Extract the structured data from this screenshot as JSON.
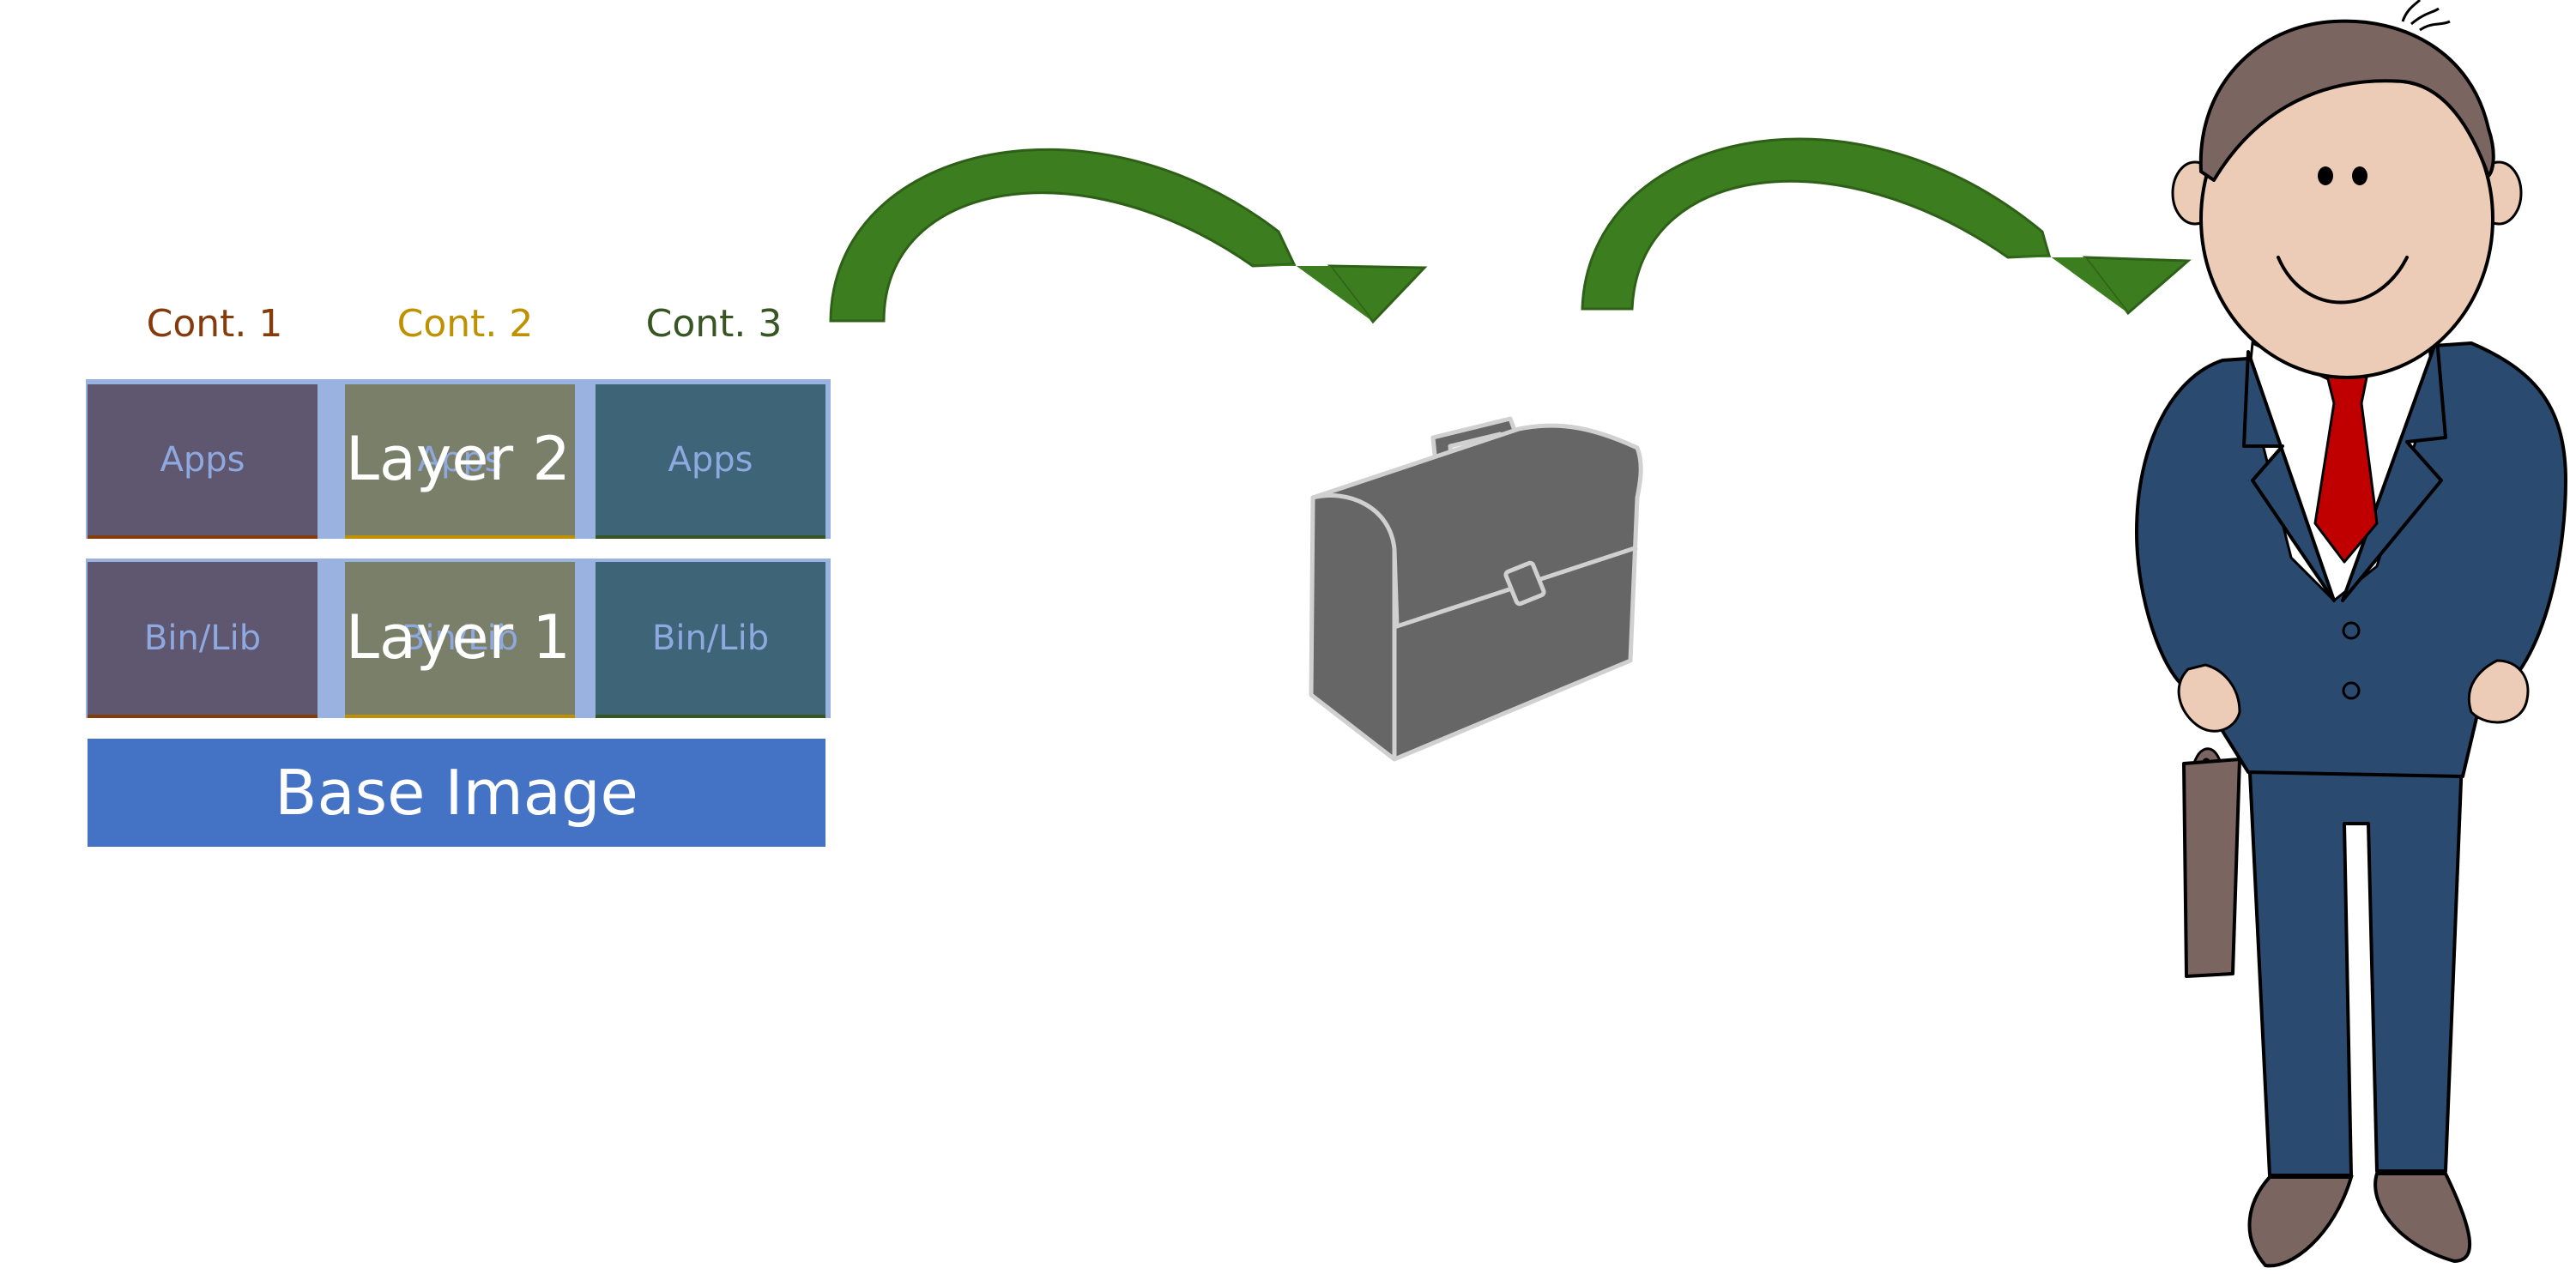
{
  "diagram": {
    "containers": [
      {
        "label": "Cont. 1",
        "color": "#843c0c",
        "cell_color": "#5f566f",
        "top_cell": "Apps",
        "bottom_cell": "Bin/Lib"
      },
      {
        "label": "Cont. 2",
        "color": "#bf9000",
        "cell_color": "#7a7f69",
        "top_cell": "Apps",
        "bottom_cell": "Bin/Lib"
      },
      {
        "label": "Cont. 3",
        "color": "#375623",
        "cell_color": "#3e6478",
        "top_cell": "Apps",
        "bottom_cell": "Bin/Lib"
      }
    ],
    "layers": {
      "upper": "Layer 2",
      "lower": "Layer 1"
    },
    "base_image": "Base Image",
    "colors": {
      "gap_fill": "#9ab2e0",
      "base_fill": "#4472c4",
      "arrow_fill": "#3c7d1f",
      "arrow_dark": "#2e6018",
      "briefcase_fill": "#666666",
      "briefcase_stroke": "#d0d0d0",
      "suit": "#2a4a70",
      "skin": "#ecccb6",
      "hair": "#7a6560",
      "tie": "#c00000",
      "shoe": "#7a6560"
    },
    "icons": [
      "curved-arrow-icon",
      "briefcase-icon",
      "businessman-illustration"
    ]
  }
}
